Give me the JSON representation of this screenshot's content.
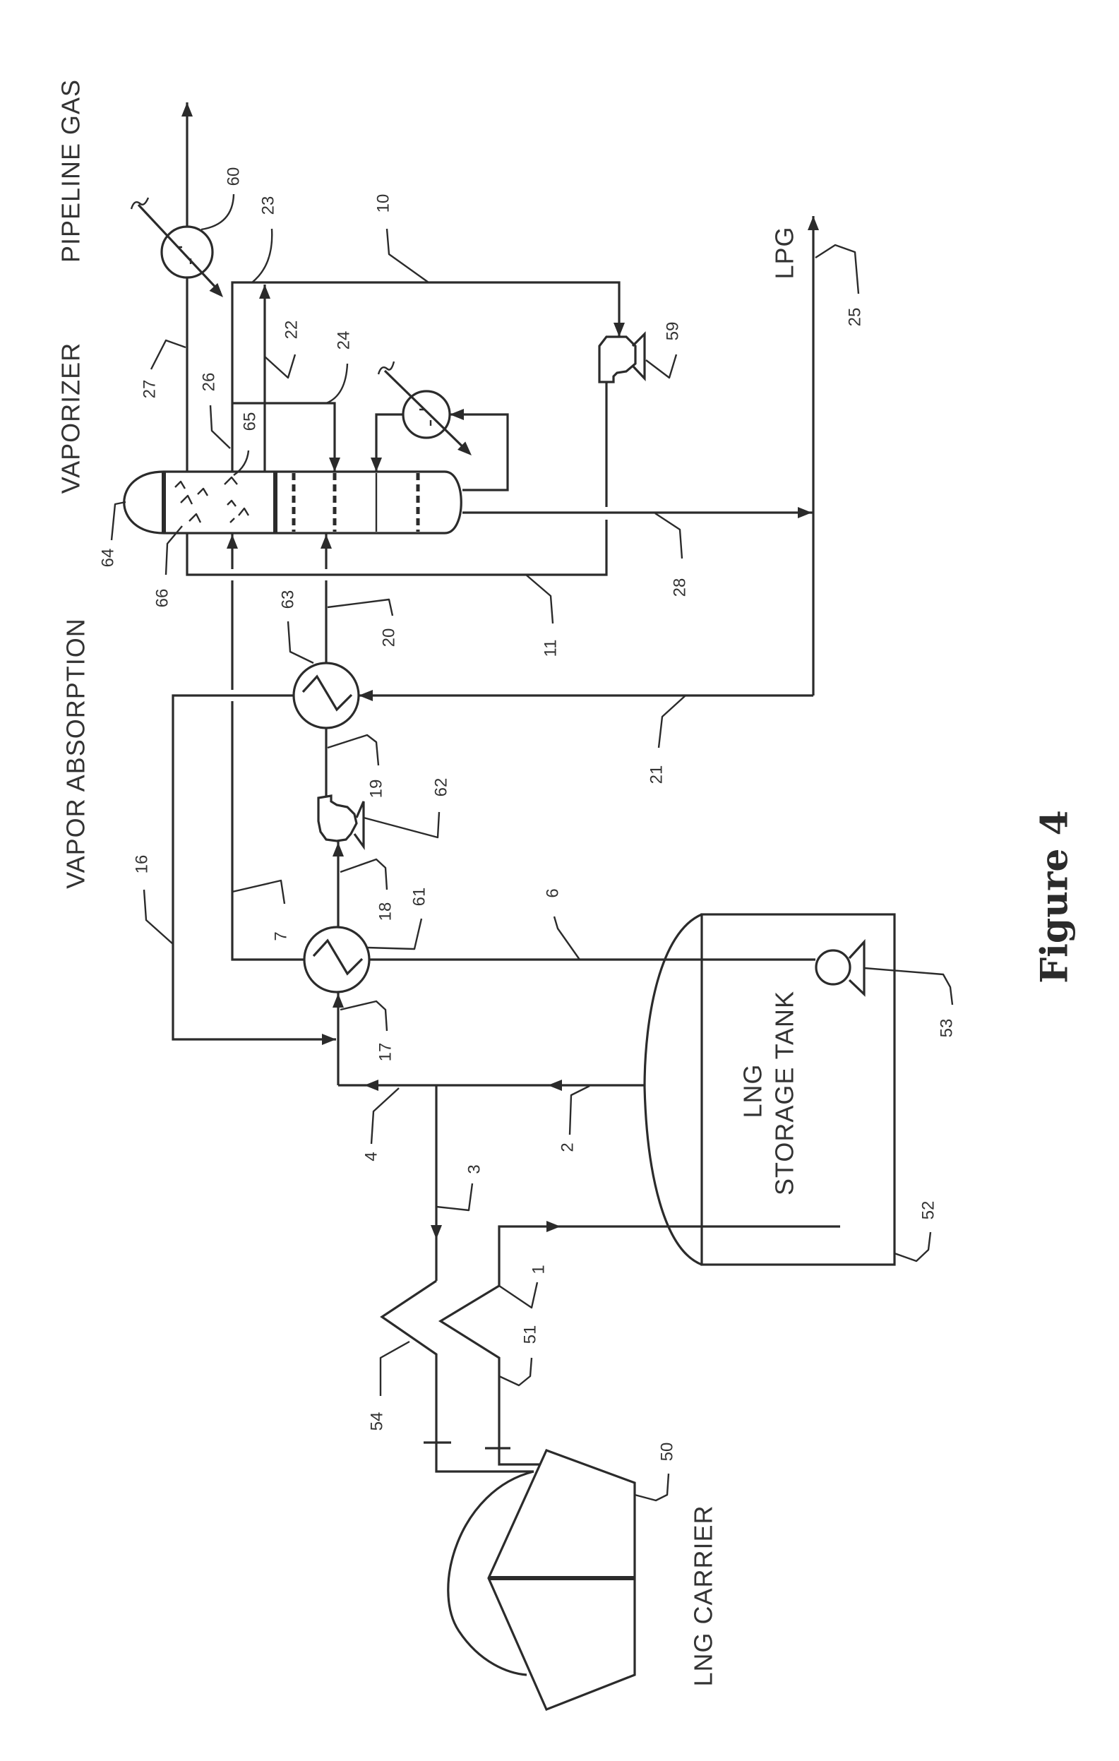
{
  "labels": {
    "pipeline_gas": "PIPELINE GAS",
    "vaporizer": "VAPORIZER",
    "vapor_absorption": "VAPOR ABSORPTION",
    "lpg": "LPG",
    "lng": "LNG",
    "storage_tank": "STORAGE TANK",
    "lng_carrier": "LNG CARRIER"
  },
  "figure_caption": "Figure 4",
  "refs": {
    "r1": "1",
    "r2": "2",
    "r3": "3",
    "r4": "4",
    "r6": "6",
    "r7": "7",
    "r10": "10",
    "r11": "11",
    "r16": "16",
    "r17": "17",
    "r18": "18",
    "r19": "19",
    "r20": "20",
    "r21": "21",
    "r22": "22",
    "r23": "23",
    "r24": "24",
    "r25": "25",
    "r26": "26",
    "r27": "27",
    "r28": "28",
    "r50": "50",
    "r51": "51",
    "r52": "52",
    "r53": "53",
    "r54": "54",
    "r59": "59",
    "r60": "60",
    "r61": "61",
    "r62": "62",
    "r63": "63",
    "r64": "64",
    "r65": "65",
    "r66": "66"
  }
}
